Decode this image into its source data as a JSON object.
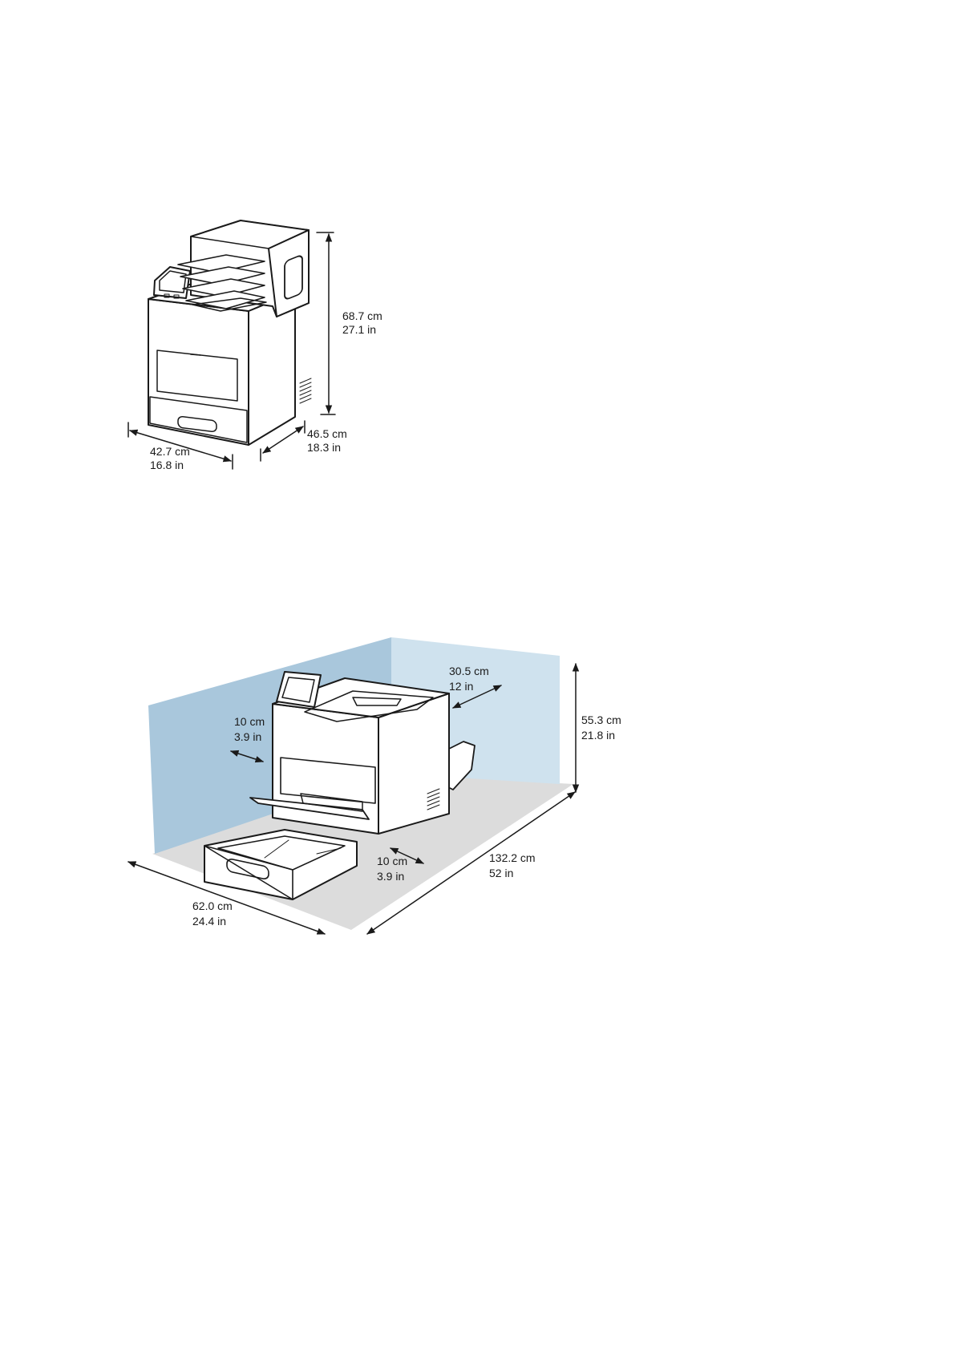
{
  "figure1": {
    "height": {
      "cm": "68.7 cm",
      "in": "27.1 in"
    },
    "depth": {
      "cm": "46.5 cm",
      "in": "18.3 in"
    },
    "width": {
      "cm": "42.7 cm",
      "in": "16.8 in"
    }
  },
  "figure2": {
    "rear_clearance": {
      "cm": "30.5 cm",
      "in": "12 in"
    },
    "height": {
      "cm": "55.3 cm",
      "in": "21.8 in"
    },
    "left_clearance": {
      "cm": "10 cm",
      "in": "3.9 in"
    },
    "front_clearance": {
      "cm": "10 cm",
      "in": "3.9 in"
    },
    "depth": {
      "cm": "132.2 cm",
      "in": "52 in"
    },
    "width": {
      "cm": "62.0 cm",
      "in": "24.4 in"
    }
  }
}
